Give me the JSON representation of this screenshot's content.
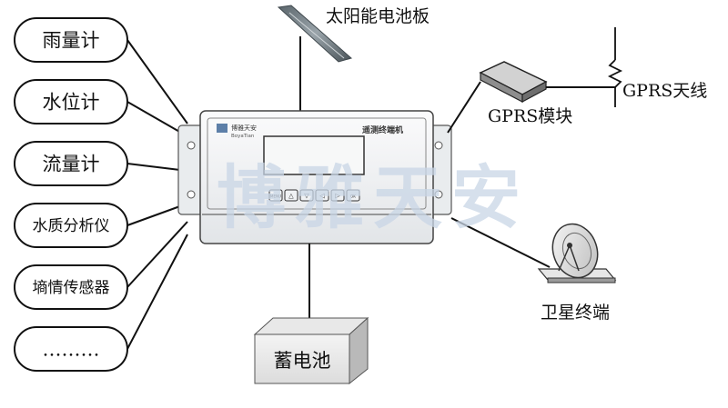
{
  "sensors": [
    {
      "label": "雨量计"
    },
    {
      "label": "水位计"
    },
    {
      "label": "流量计"
    },
    {
      "label": "水质分析仪"
    },
    {
      "label": "墒情传感器"
    },
    {
      "label": "………"
    }
  ],
  "solar_panel": {
    "label": "太阳能电池板"
  },
  "gprs_module": {
    "label": "GPRS模块"
  },
  "gprs_antenna": {
    "label": "GPRS天线"
  },
  "satellite_terminal": {
    "label": "卫星终端"
  },
  "battery": {
    "label": "蓄电池"
  },
  "rtu": {
    "brand": "博雅天安",
    "brand_en": "BoyaTian",
    "title": "遥测终端机",
    "keys": [
      "MENU",
      "△",
      "▽",
      "◁",
      "▷",
      "OK"
    ]
  },
  "watermark": {
    "text": "博雅天安"
  },
  "colors": {
    "line": "#111111",
    "panel_dark": "#6f7a80",
    "panel_light": "#eef0f2",
    "watermark": "#c9d6e6"
  }
}
